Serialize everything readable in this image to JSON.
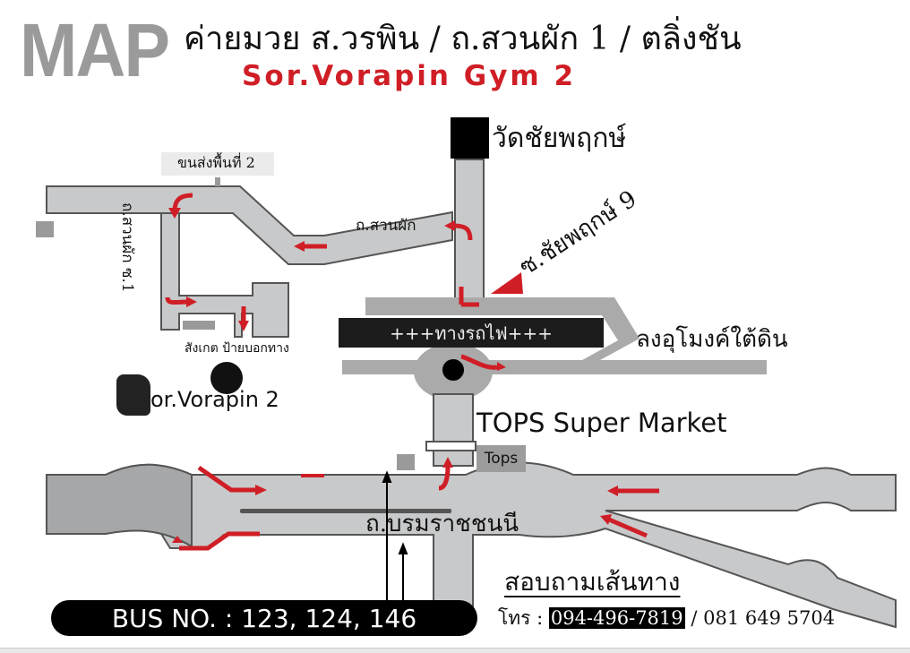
{
  "header": {
    "map_label": "MAP",
    "title_thai": "ค่ายมวย ส.วรพิน / ถ.สวนผัก 1 / ตลิ่งชัน",
    "title_english": "Sor.Vorapin Gym 2"
  },
  "landmarks": {
    "temple": "วัดชัยพฤกษ์",
    "soi_chaiyapruek": "ซ.ชัยพฤกษ์ 9",
    "suan_phak_road": "ถ.สวนผัก",
    "suan_phak_soi1": "ถ.สวนผัก ซ.1",
    "transport_office": "ขนส่งพื้นที่ 2",
    "signpost_note": "สังเกต ป้ายบอกทาง",
    "railway": "+++ทางรถไฟ+++",
    "tunnel": "ลงอุโมงค์ใต้ดิน",
    "supermarket": "TOPS Super Market",
    "tops_sign": "Tops",
    "main_road": "ถ.บรมราชชนนี",
    "gym_logo": "or.Vorapin 2"
  },
  "footer": {
    "bus_label": "BUS NO. : 123, 124, 146",
    "ask_directions": "สอบถามเส้นทาง",
    "phone_prefix": "โทร :",
    "phone_primary": "094-496-7819",
    "phone_secondary": "/ 081 649 5704"
  },
  "colors": {
    "road": "#c8c9ca",
    "road_edge": "#555555",
    "arrow": "#d01e26",
    "title_gray": "#9a9a9a",
    "brand_red": "#d01e26"
  }
}
